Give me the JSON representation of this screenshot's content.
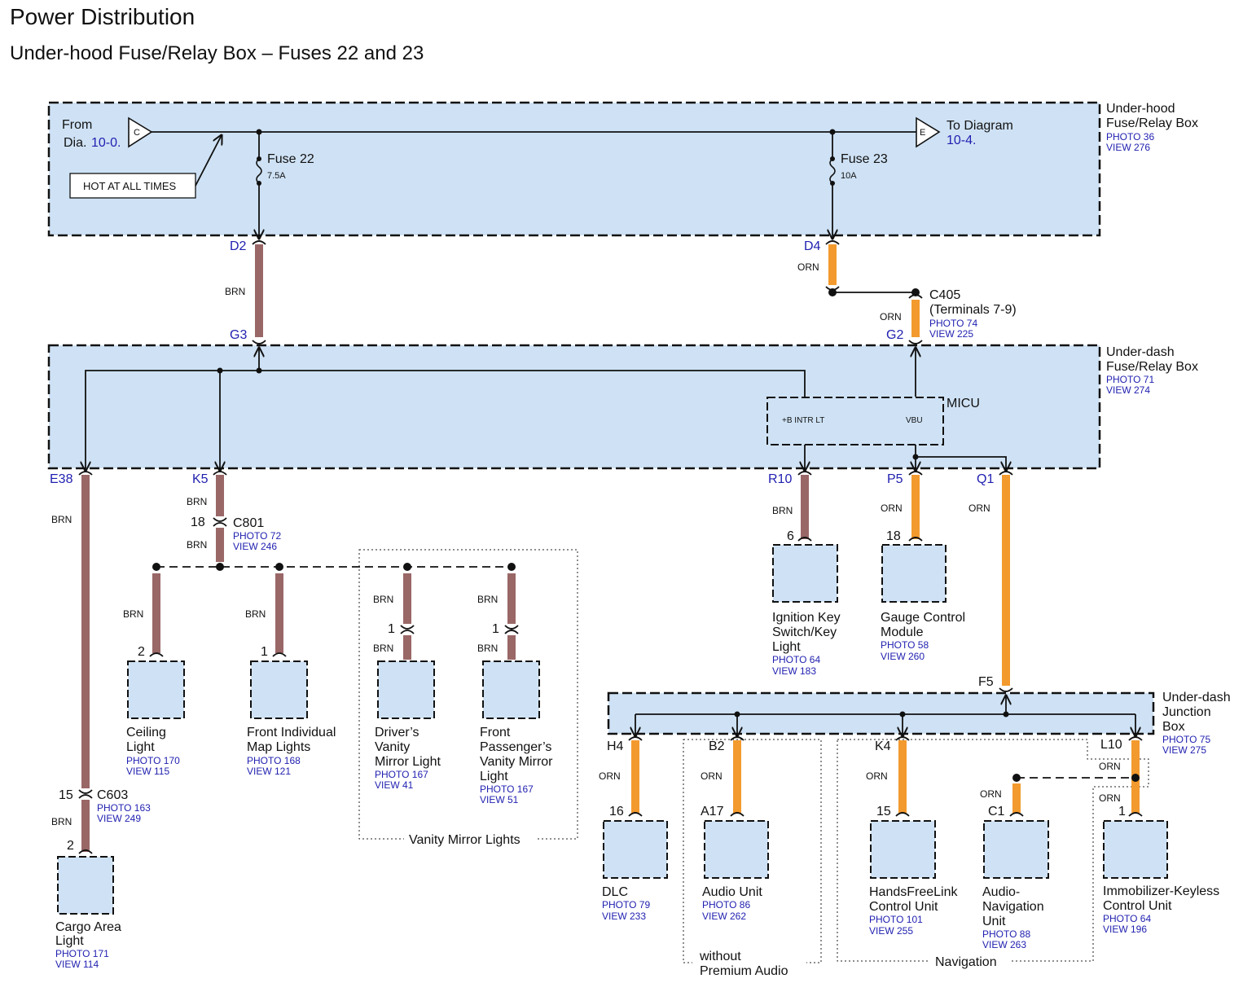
{
  "title": "Power Distribution",
  "subtitle": "Under-hood Fuse/Relay Box – Fuses 22 and 23",
  "underhood": {
    "from_label": "From",
    "from_dia": "Dia.",
    "from_ref": "10-0.",
    "from_terminal": "C",
    "to_label": "To Diagram",
    "to_ref": "10-4.",
    "to_terminal": "E",
    "hot_label": "HOT AT ALL TIMES",
    "fuse22_name": "Fuse 22",
    "fuse22_rating": "7.5A",
    "fuse23_name": "Fuse 23",
    "fuse23_rating": "10A",
    "box_name_1": "Under-hood",
    "box_name_2": "Fuse/Relay Box",
    "photo": "PHOTO 36",
    "view": "VIEW 276"
  },
  "underdash": {
    "box_name_1": "Under-dash",
    "box_name_2": "Fuse/Relay Box",
    "photo": "PHOTO 71",
    "view": "VIEW 274",
    "micu": "MICU",
    "micu_b": "+B INTR LT",
    "micu_vbu": "VBU"
  },
  "junction": {
    "name_1": "Under-dash",
    "name_2": "Junction",
    "name_3": "Box",
    "photo": "PHOTO 75",
    "view": "VIEW 275"
  },
  "c405": {
    "name": "C405",
    "terminals": "(Terminals 7-9)",
    "photo": "PHOTO 74",
    "view": "VIEW 225"
  },
  "c801": {
    "name": "C801",
    "pin": "18",
    "photo": "PHOTO 72",
    "view": "VIEW 246"
  },
  "c603": {
    "name": "C603",
    "pin": "15",
    "photo": "PHOTO 163",
    "view": "VIEW 249"
  },
  "pins": {
    "d2": "D2",
    "g3": "G3",
    "d4": "D4",
    "g2": "G2",
    "e38": "E38",
    "k5": "K5",
    "r10": "R10",
    "p5": "P5",
    "q1": "Q1",
    "f5": "F5",
    "h4": "H4",
    "b2": "B2",
    "k4": "K4",
    "l10": "L10",
    "a17": "A17",
    "c1": "C1"
  },
  "wire_colors": {
    "brn": "BRN",
    "orn": "ORN"
  },
  "components": {
    "cargo": {
      "l1": "Cargo Area",
      "l2": "Light",
      "photo": "PHOTO 171",
      "view": "VIEW 114",
      "pin": "2"
    },
    "ceiling": {
      "l1": "Ceiling",
      "l2": "Light",
      "photo": "PHOTO 170",
      "view": "VIEW 115",
      "pin": "2"
    },
    "mapl": {
      "l1": "Front Individual",
      "l2": "Map Lights",
      "photo": "PHOTO 168",
      "view": "VIEW 121",
      "pin": "1"
    },
    "driver": {
      "l1": "Driver’s",
      "l2": "Vanity",
      "l3": "Mirror Light",
      "photo": "PHOTO 167",
      "view": "VIEW 41",
      "pin": "1"
    },
    "pass": {
      "l1": "Front",
      "l2": "Passenger’s",
      "l3": "Vanity Mirror",
      "l4": "Light",
      "photo": "PHOTO 167",
      "view": "VIEW 51",
      "pin": "1"
    },
    "ign": {
      "l1": "Ignition Key",
      "l2": "Switch/Key",
      "l3": "Light",
      "photo": "PHOTO 64",
      "view": "VIEW 183",
      "pin": "6"
    },
    "gauge": {
      "l1": "Gauge Control",
      "l2": "Module",
      "photo": "PHOTO 58",
      "view": "VIEW 260",
      "pin": "18"
    },
    "dlc": {
      "l1": "DLC",
      "photo": "PHOTO 79",
      "view": "VIEW 233",
      "pin": "16"
    },
    "audio": {
      "l1": "Audio Unit",
      "photo": "PHOTO 86",
      "view": "VIEW 262"
    },
    "hfl": {
      "l1": "HandsFreeLink",
      "l2": "Control Unit",
      "photo": "PHOTO 101",
      "view": "VIEW 255",
      "pin": "15"
    },
    "nav": {
      "l1": "Audio-",
      "l2": "Navigation",
      "l3": "Unit",
      "photo": "PHOTO 88",
      "view": "VIEW 263"
    },
    "immo": {
      "l1": "Immobilizer-Keyless",
      "l2": "Control Unit",
      "photo": "PHOTO 64",
      "view": "VIEW 196",
      "pin": "1"
    }
  },
  "groups": {
    "vanity": "Vanity Mirror Lights",
    "without_1": "without",
    "without_2": "Premium Audio",
    "navigation": "Navigation"
  },
  "colors": {
    "box_fill": "#cfe2f5",
    "brn": "#9a6767",
    "orn": "#f39a2e",
    "ref_blue": "#1f1fb0"
  }
}
